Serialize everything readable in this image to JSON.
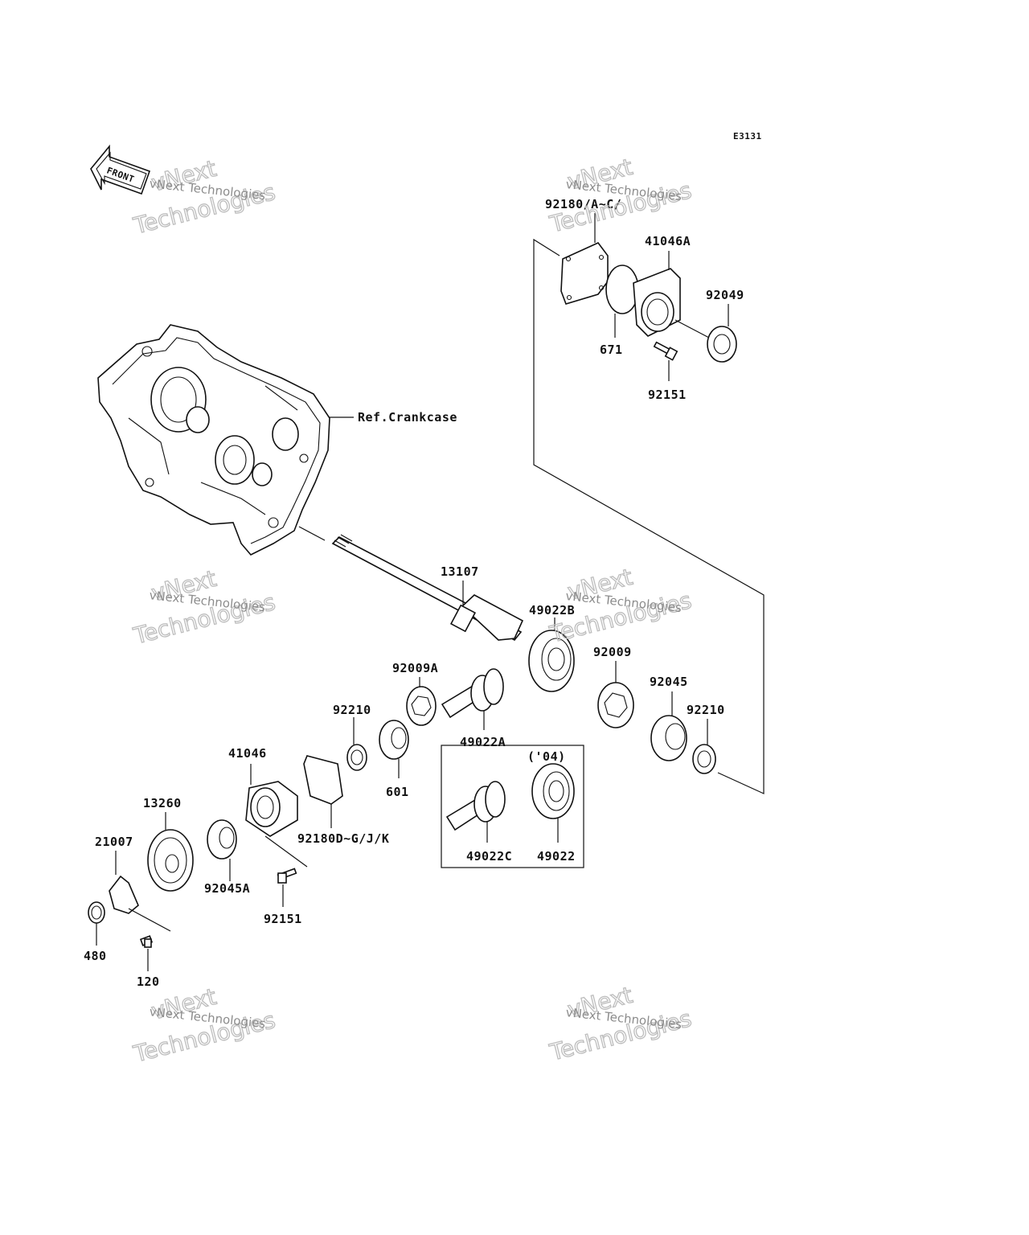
{
  "diagram_code": "E3131",
  "front_arrow_text": "FRONT",
  "reference_label": "Ref.Crankcase",
  "watermark": {
    "small_text": "vNext Technologies",
    "big_text_1": "vNext",
    "big_text_2": "Technologies"
  },
  "parts": {
    "p92180a": "92180/A~C/",
    "p41046a": "41046A",
    "p92049": "92049",
    "p671": "671",
    "p92151_top": "92151",
    "p13107": "13107",
    "p49022b": "49022B",
    "p92009": "92009",
    "p92045": "92045",
    "p92210_right": "92210",
    "p92009a": "92009A",
    "p49022a": "49022A",
    "p92210_left": "92210",
    "p601": "601",
    "p41046": "41046",
    "p92180d": "92180D~G/J/K",
    "p13260": "13260",
    "p21007": "21007",
    "p92045a": "92045A",
    "p92151_bottom": "92151",
    "p480": "480",
    "p120": "120",
    "variant_note": "('04)",
    "p49022c": "49022C",
    "p49022": "49022"
  }
}
